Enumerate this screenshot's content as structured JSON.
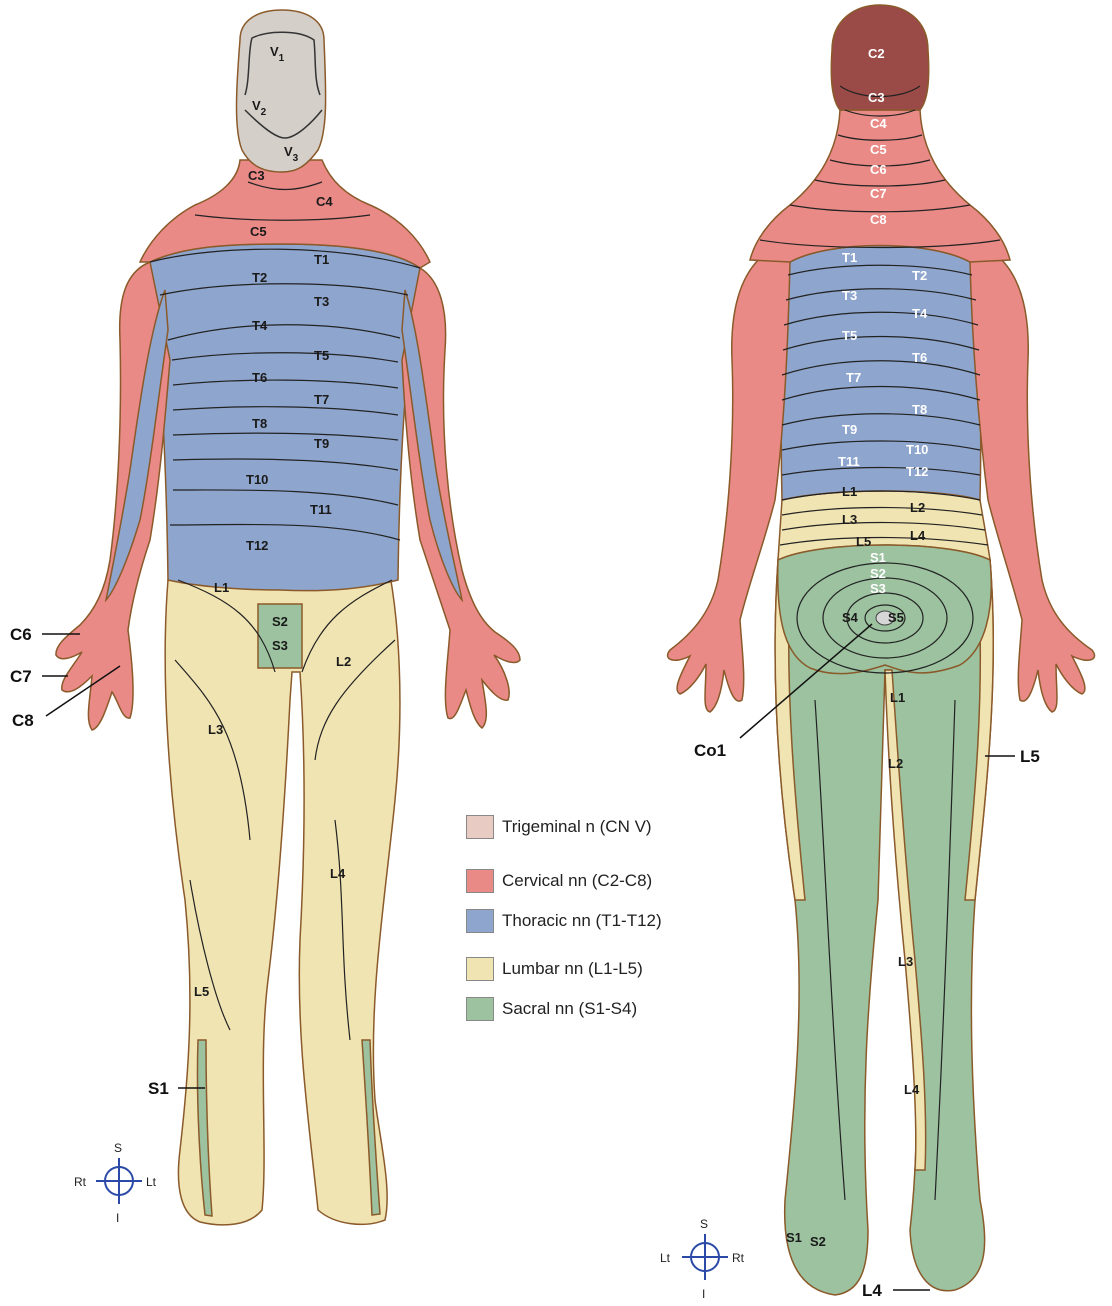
{
  "colors": {
    "trigeminal": "#e8cbc3",
    "cervical": "#e98a86",
    "thoracic": "#8ea5cd",
    "lumbar": "#f1e4b3",
    "sacral": "#9cc29f",
    "occipital": "#9a4b47",
    "outline": "#8a5a2a",
    "skin": "#c9c3be"
  },
  "legend": [
    {
      "label": "Trigeminal n (CN V)",
      "color_key": "trigeminal"
    },
    {
      "label": "Cervical nn (C2-C8)",
      "color_key": "cervical"
    },
    {
      "label": "Thoracic nn (T1-T12)",
      "color_key": "thoracic"
    },
    {
      "label": "Lumbar nn (L1-L5)",
      "color_key": "lumbar"
    },
    {
      "label": "Sacral nn (S1-S4)",
      "color_key": "sacral"
    }
  ],
  "anterior": {
    "trigeminal": [
      "V",
      "1",
      "V",
      "2",
      "V",
      "3"
    ],
    "labels": [
      "C3",
      "C4",
      "C5",
      "T1",
      "T2",
      "T3",
      "T4",
      "T5",
      "T6",
      "T7",
      "T8",
      "T9",
      "T10",
      "T11",
      "T12",
      "L1",
      "S2",
      "S3",
      "L2",
      "L3",
      "L4",
      "L5"
    ],
    "callouts": [
      "C6",
      "C7",
      "C8",
      "S1"
    ],
    "compass": {
      "superior": "S",
      "inferior": "I",
      "left_side": "Rt",
      "right_side": "Lt"
    }
  },
  "posterior": {
    "labels": [
      "C2",
      "C3",
      "C4",
      "C5",
      "C6",
      "C7",
      "C8",
      "T1",
      "T2",
      "T3",
      "T4",
      "T5",
      "T6",
      "T7",
      "T8",
      "T9",
      "T10",
      "T11",
      "T12",
      "L1",
      "L2",
      "L3",
      "L4",
      "L5",
      "S1",
      "S2",
      "S3",
      "S4",
      "S5",
      "L1",
      "L2",
      "L3",
      "L4",
      "S1",
      "S2"
    ],
    "callouts": [
      "Co1",
      "L5",
      "L4"
    ],
    "compass": {
      "superior": "S",
      "inferior": "I",
      "left_side": "Lt",
      "right_side": "Rt"
    }
  }
}
